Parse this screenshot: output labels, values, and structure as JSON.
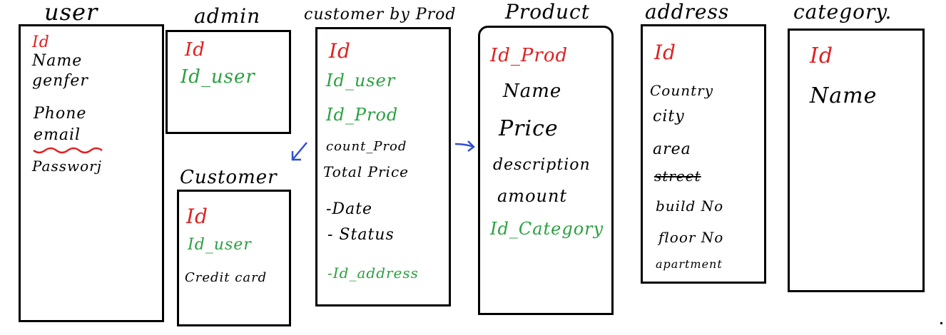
{
  "colors": {
    "primary_key": "#e02020",
    "foreign_key": "#2aa040",
    "text": "#000000",
    "arrow": "#3050d0",
    "underline": "#e02020"
  },
  "tables": {
    "user": {
      "title": "user",
      "fields": [
        "Id",
        "Name",
        "genfer",
        "Phone",
        "email",
        "Passworj"
      ]
    },
    "admin": {
      "title": "admin",
      "fields": [
        "Id",
        "Id_user"
      ]
    },
    "customer": {
      "title": "Customer",
      "fields": [
        "Id",
        "Id_user",
        "Credit card"
      ]
    },
    "customer_by_prod": {
      "title": "customer by Prod",
      "fields": [
        "Id",
        "Id_user",
        "Id_Prod",
        "count_Prod",
        "Total Price",
        "-Date",
        "- Status",
        "-Id_address"
      ]
    },
    "product": {
      "title": "Product",
      "fields": [
        "Id_Prod",
        "Name",
        "Price",
        "description",
        "amount",
        "Id_Category"
      ]
    },
    "address": {
      "title": "address",
      "fields": [
        "Id",
        "Country",
        "city",
        "area",
        "street",
        "build No",
        "floor No",
        "apartment"
      ]
    },
    "category": {
      "title": "category.",
      "fields": [
        "Id",
        "Name"
      ]
    }
  },
  "arrows": {
    "to_customer": "arrow-down-left-icon",
    "to_product": "arrow-right-icon"
  }
}
